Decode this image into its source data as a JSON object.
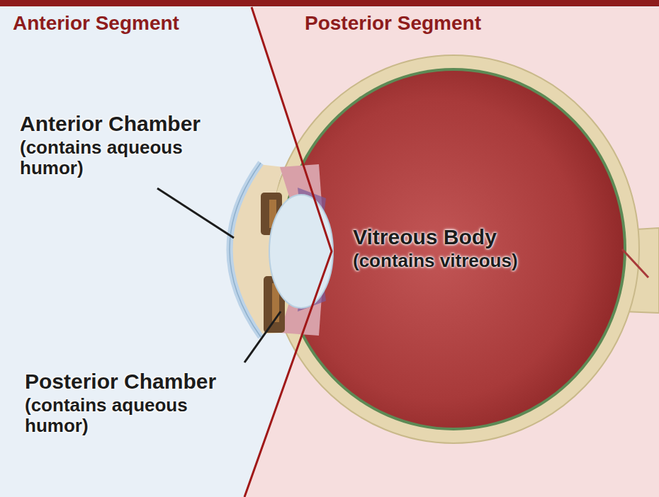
{
  "diagram": {
    "labels": [
      "Anterior Segment",
      "Posterior Segment",
      "Anterior Chamber",
      "(contains aqueous humor)",
      "Vitreous Body",
      "(contains vitreous)",
      "Posterior Chamber",
      "(contains aqueous humor)"
    ]
  }
}
